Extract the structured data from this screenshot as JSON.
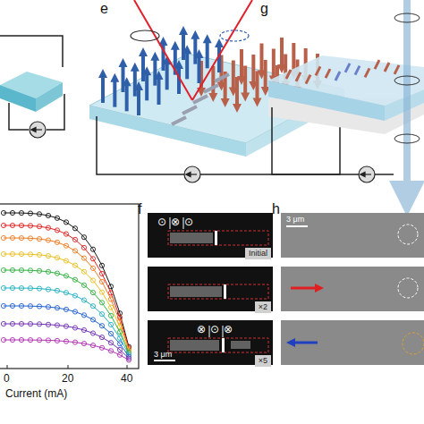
{
  "diagram": {
    "nodes": [
      {
        "text": [
          "Initial"
        ]
      },
      {
        "text": [
          "×2"
        ]
      },
      {
        "text": [
          "×5"
        ]
      }
    ],
    "labels": [
      "e",
      "g",
      "0",
      "20",
      "40",
      "Current (mA)",
      "f",
      "⊙",
      "⊗",
      "⊙",
      "⊗",
      "⊙",
      "⊗",
      "3 μm",
      "h",
      "3 μm"
    ]
  }
}
